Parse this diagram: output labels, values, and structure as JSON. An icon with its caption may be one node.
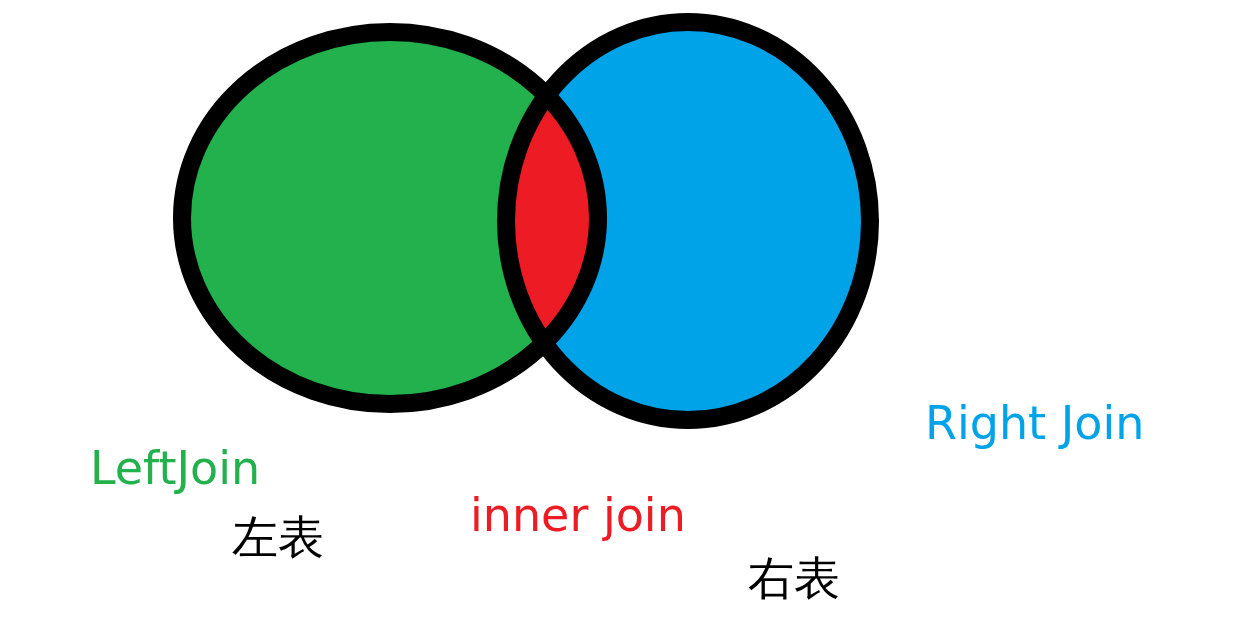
{
  "diagram": {
    "labels": [
      "Right Join",
      "LeftJoin",
      "inner join",
      "左表",
      "右表"
    ]
  }
}
